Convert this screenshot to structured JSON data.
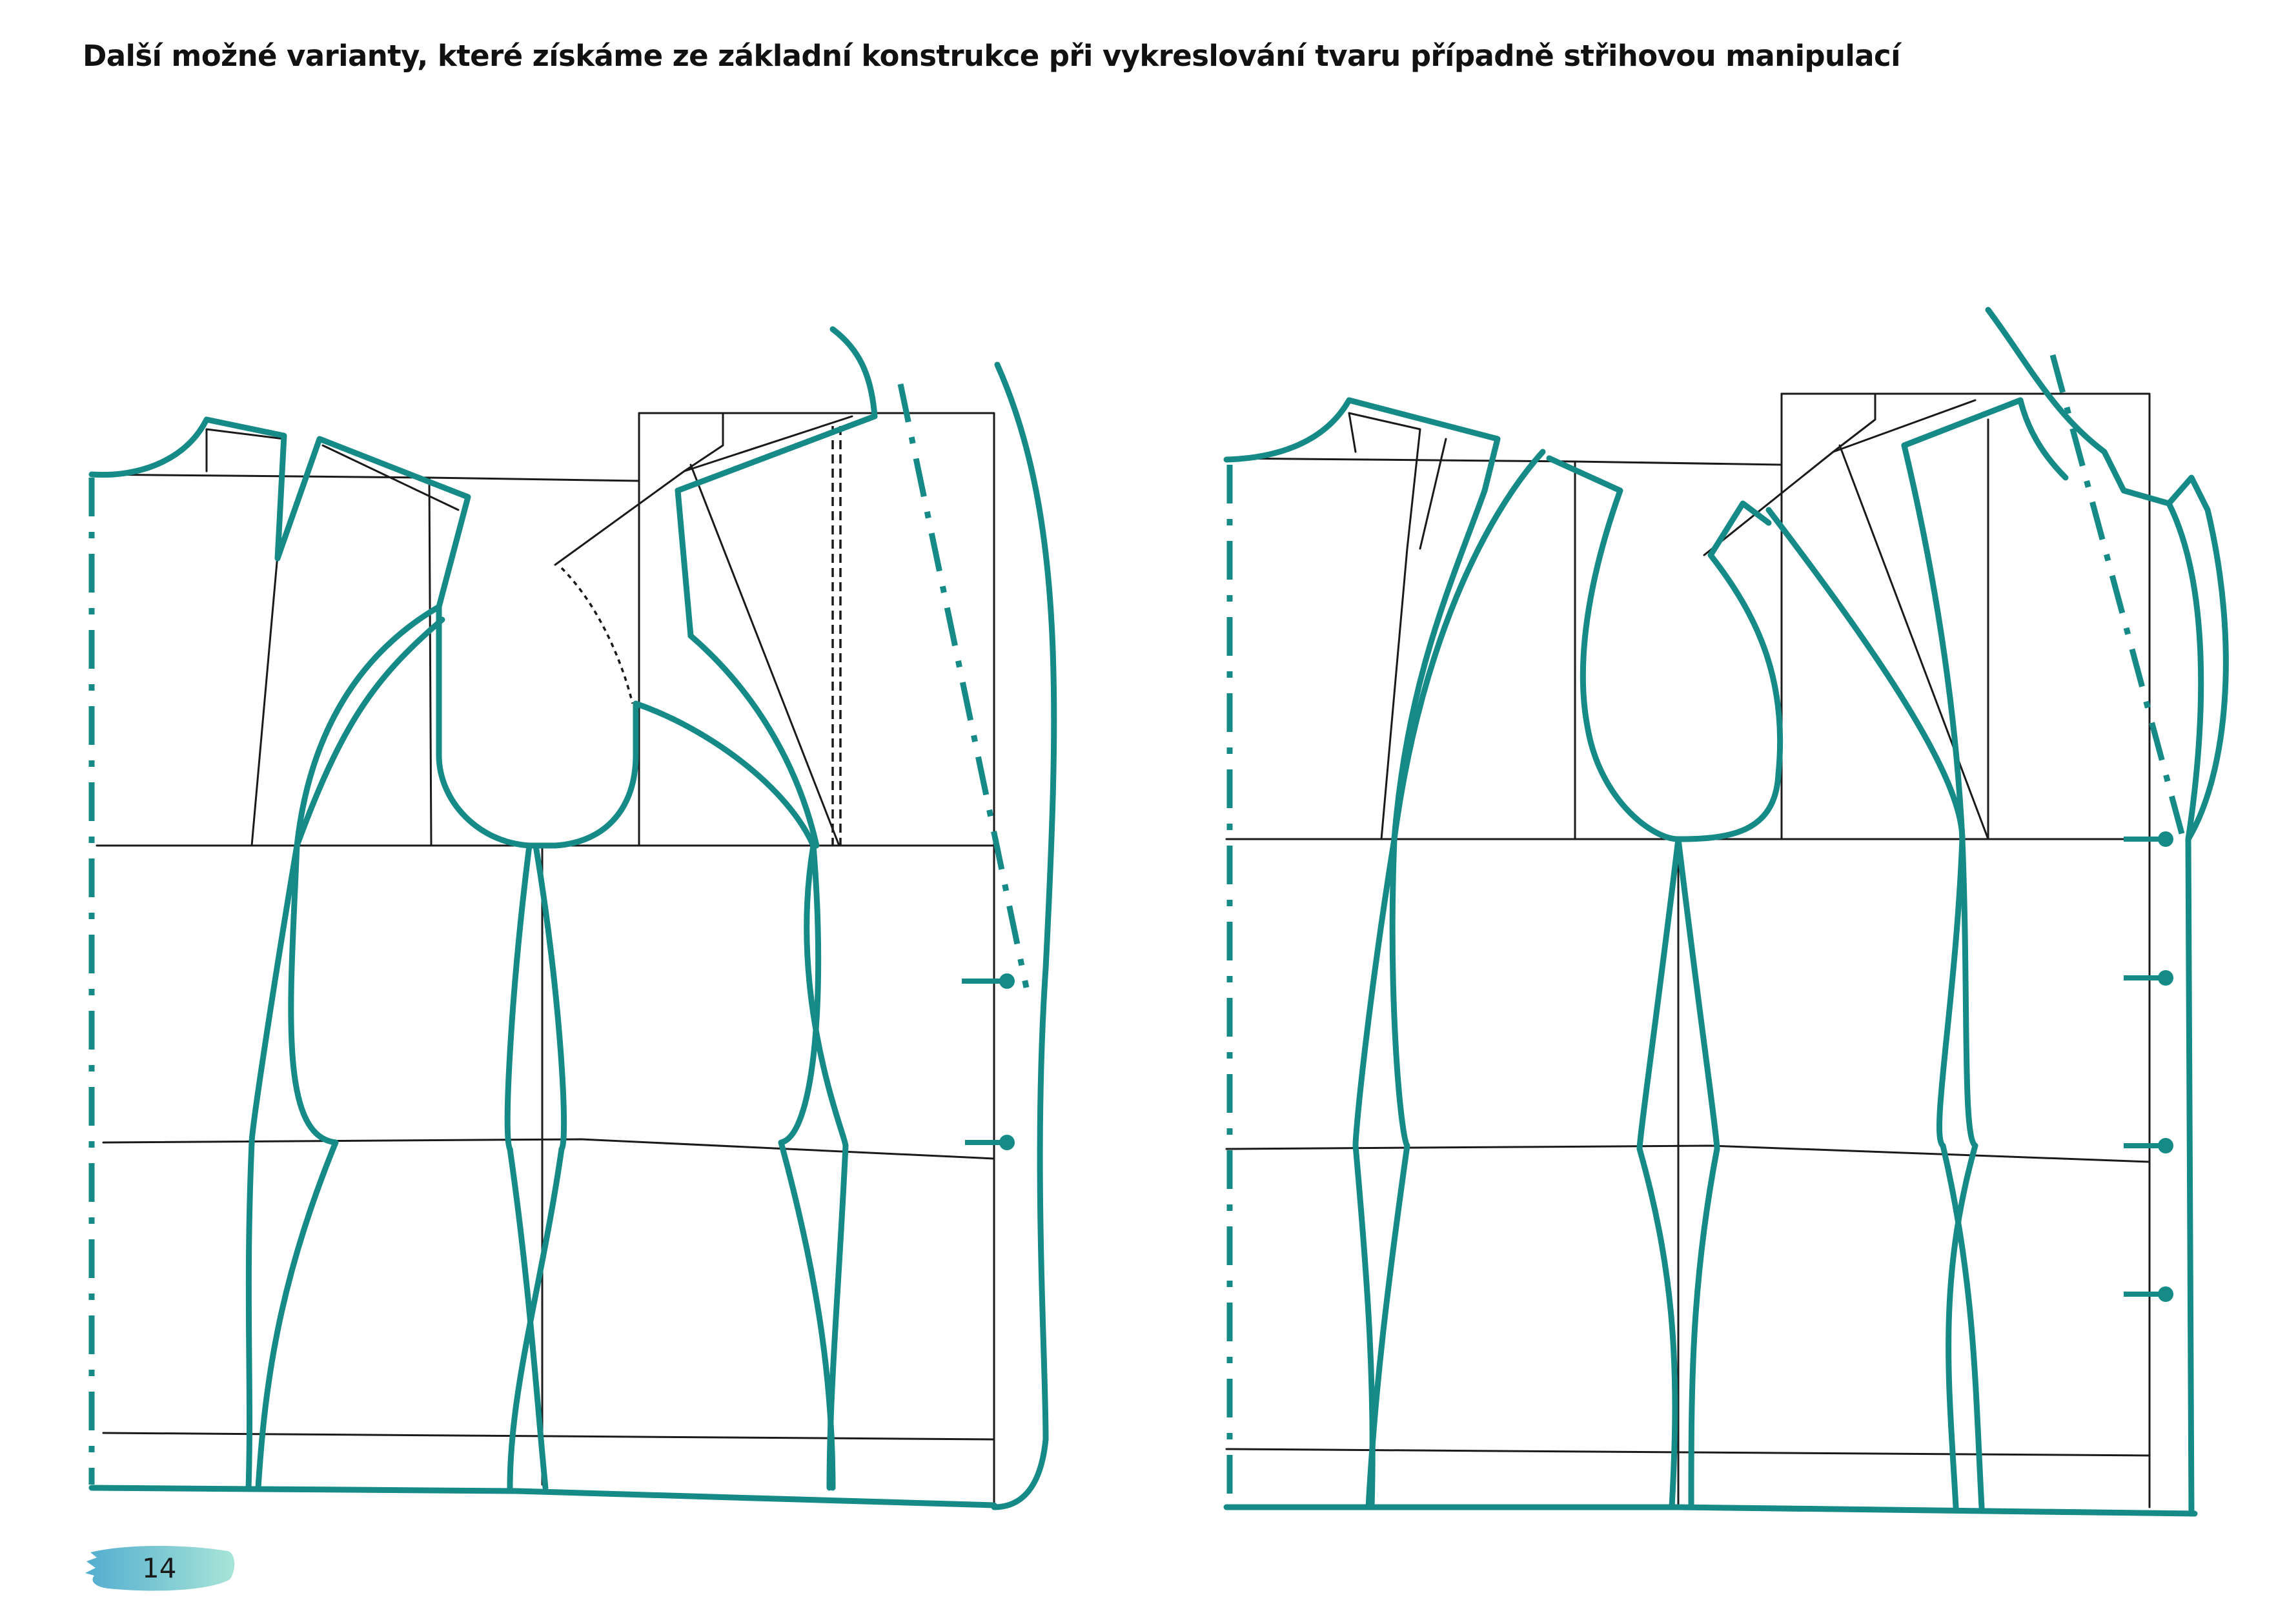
{
  "page": {
    "heading": "Další možné varianty, které získáme ze základní konstrukce při vykreslování tvaru případně střihovou manipulací",
    "page_number": "14"
  },
  "colors": {
    "accent_teal": "#158a86",
    "construction_line": "#1a1a1a",
    "badge_gradient_start": "#49a9cc",
    "badge_gradient_end": "#a3e3d6"
  },
  "figures": [
    {
      "name": "left-pattern-variant",
      "style": "teal contour drawn over black basic construction"
    },
    {
      "name": "right-pattern-variant",
      "style": "teal contour drawn over black basic construction"
    }
  ]
}
